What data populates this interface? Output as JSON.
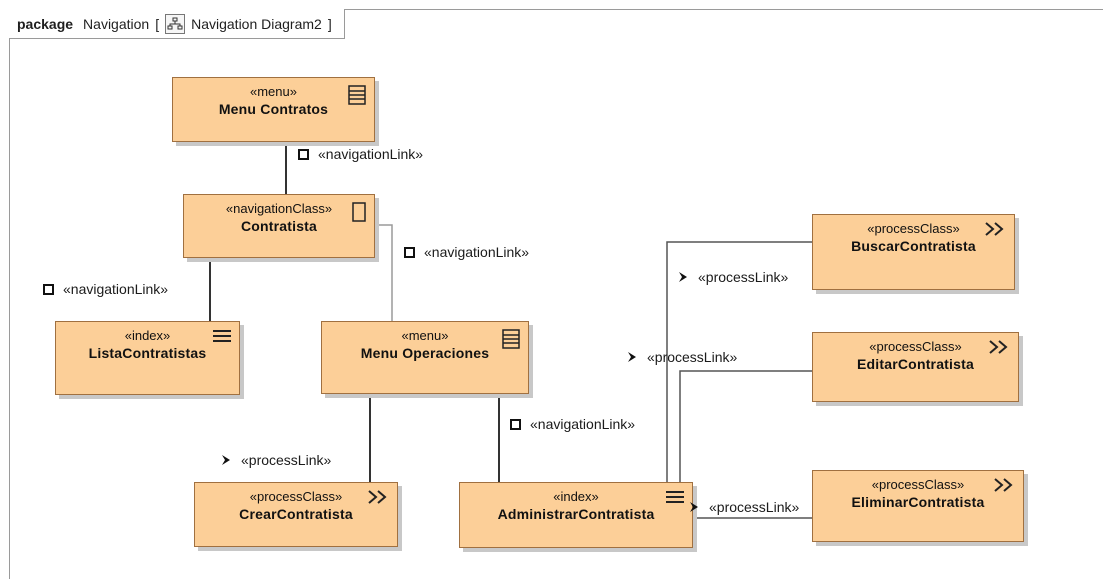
{
  "frame": {
    "keyword": "package",
    "name": "Navigation",
    "bracket_open": "[",
    "diagram_name": "Navigation Diagram2",
    "bracket_close": "]"
  },
  "nodes": {
    "menu_contratos": {
      "stereotype": "«menu»",
      "name": "Menu Contratos"
    },
    "contratista": {
      "stereotype": "«navigationClass»",
      "name": "Contratista"
    },
    "lista_contratistas": {
      "stereotype": "«index»",
      "name": "ListaContratistas"
    },
    "menu_operaciones": {
      "stereotype": "«menu»",
      "name": "Menu Operaciones"
    },
    "crear_contratista": {
      "stereotype": "«processClass»",
      "name": "CrearContratista"
    },
    "administrar_contratista": {
      "stereotype": "«index»",
      "name": "AdministrarContratista"
    },
    "buscar_contratista": {
      "stereotype": "«processClass»",
      "name": "BuscarContratista"
    },
    "editar_contratista": {
      "stereotype": "«processClass»",
      "name": "EditarContratista"
    },
    "eliminar_contratista": {
      "stereotype": "«processClass»",
      "name": "EliminarContratista"
    }
  },
  "links": {
    "nav_menu_to_contratista": "«navigationLink»",
    "nav_contratista_to_lista": "«navigationLink»",
    "nav_contratista_to_menu_op": "«navigationLink»",
    "nav_menu_op_to_admin": "«navigationLink»",
    "proc_menu_op_to_crear": "«processLink»",
    "proc_admin_to_buscar": "«processLink»",
    "proc_admin_to_editar": "«processLink»",
    "proc_admin_to_eliminar": "«processLink»"
  },
  "colors": {
    "node_fill": "#fccf98",
    "node_border": "#a07040",
    "shadow": "#c8c8c8",
    "line": "#333333"
  },
  "icons": {
    "menu": "menu-list-icon",
    "navigation_class": "navigation-class-icon",
    "index": "index-lines-icon",
    "process_class": "process-chevron-icon"
  }
}
